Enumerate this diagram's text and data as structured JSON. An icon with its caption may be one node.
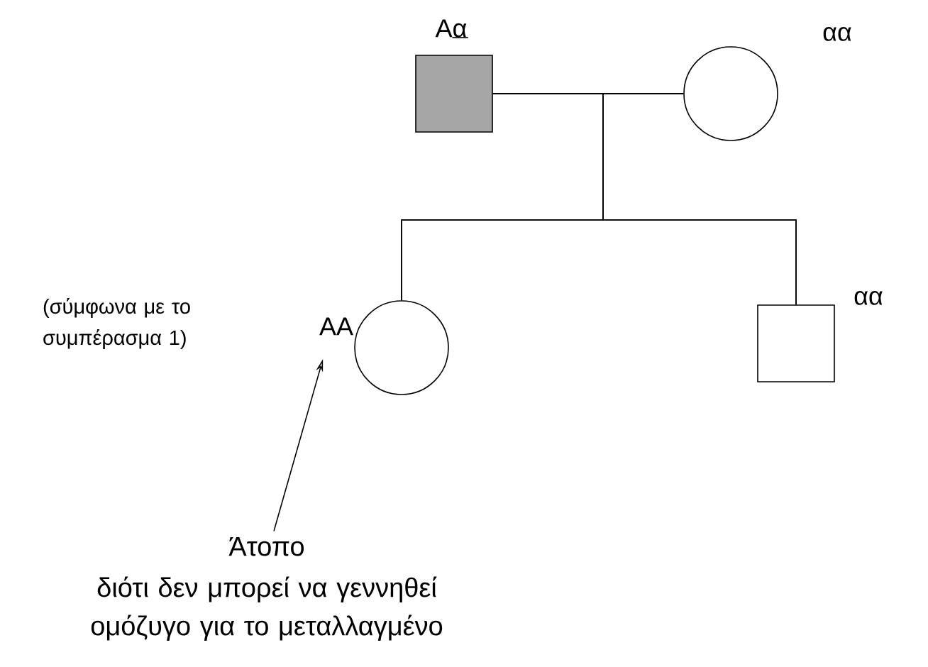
{
  "diagram": {
    "nodes": [
      {
        "text": [],
        "shape": "box",
        "beside": [
          "Αα"
        ]
      },
      {
        "text": [],
        "shape": "circle",
        "beside": [
          "αα"
        ]
      },
      {
        "text": [],
        "shape": "circle",
        "beside": [
          "ΑΑ"
        ]
      },
      {
        "text": [],
        "shape": "box",
        "beside": [
          "αα"
        ]
      },
      {
        "text": [
          "Άτοπο",
          "διότι δεν μπορεί να γεννηθεί ομόζυγο για το μεταλλαγμένο"
        ]
      }
    ],
    "edges": [
      {
        "from": 0,
        "to": 1,
        "arrow": "none"
      },
      {
        "from": 0,
        "to": 2,
        "arrow": "none"
      },
      {
        "from": 1,
        "to": 2,
        "arrow": "none"
      },
      {
        "from": 0,
        "to": 3,
        "arrow": "none"
      },
      {
        "from": 1,
        "to": 3,
        "arrow": "none"
      },
      {
        "from": 4,
        "to": 2,
        "arrow": "to"
      }
    ],
    "labels": [
      "(σύμφωνα με το συμπέρασμα 1)"
    ]
  }
}
